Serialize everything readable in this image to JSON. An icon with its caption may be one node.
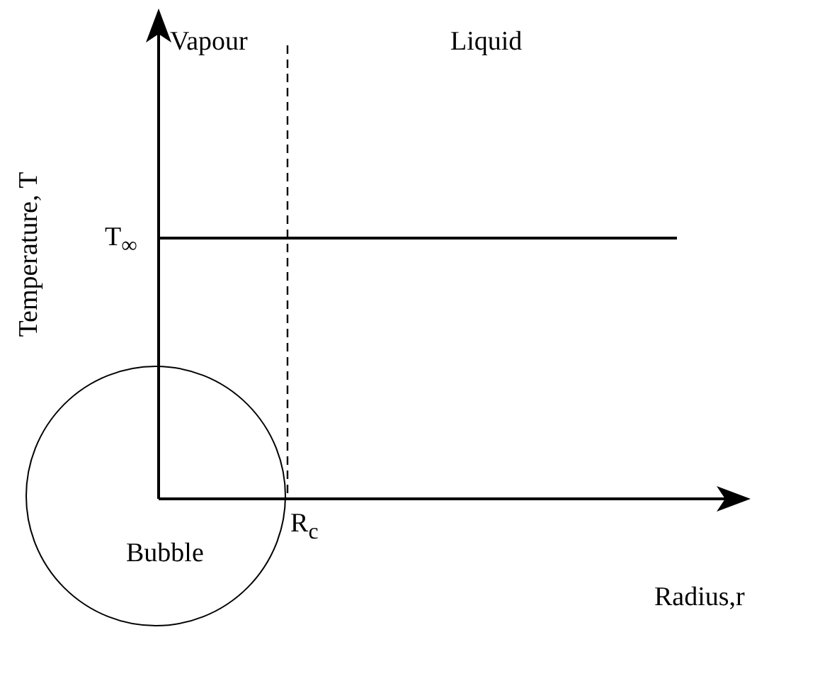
{
  "diagram": {
    "nodes": [
      {
        "text": [
          "Bubble"
        ]
      }
    ],
    "labels": [
      "Vapour",
      "Liquid",
      "Temperature, T",
      "T$_{∞}$",
      "R$_{c}$",
      "Radius,r"
    ]
  }
}
